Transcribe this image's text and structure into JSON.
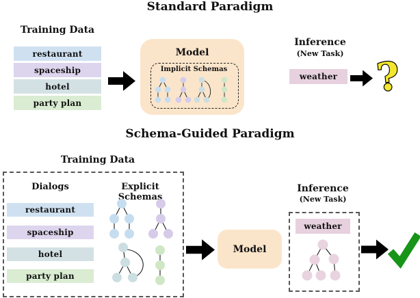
{
  "standard": {
    "title": "Standard Paradigm",
    "training_heading": "Training Data",
    "dialogs": [
      "restaurant",
      "spaceship",
      "hotel",
      "party plan"
    ],
    "model_label": "Model",
    "implicit_label": "Implicit Schemas",
    "inference_heading": "Inference",
    "inference_sub": "(New Task)",
    "new_task_label": "weather",
    "result_glyph": "?"
  },
  "schema_guided": {
    "title": "Schema-Guided Paradigm",
    "training_heading": "Training Data",
    "dialogs_heading": "Dialogs",
    "schemas_heading": "Explicit Schemas",
    "dialogs": [
      "restaurant",
      "spaceship",
      "hotel",
      "party plan"
    ],
    "model_label": "Model",
    "inference_heading": "Inference",
    "inference_sub": "(New Task)",
    "new_task_label": "weather",
    "result_icon": "checkmark"
  },
  "colors": {
    "row_blue": "#cfe1f1",
    "row_purple": "#ddd5ed",
    "row_teal": "#d3e1e4",
    "row_green": "#daecd2",
    "weather_pink": "#e7d1de",
    "model_peach": "#fbe5ca",
    "node_blue": "#c6ddf0",
    "node_purple": "#d6cbe9",
    "node_teal": "#ccdee1",
    "node_green": "#d0e7c6",
    "node_pink": "#e9d3df",
    "arrow_black": "#000000",
    "check_green": "#189418",
    "question_yellow": "#f2e72e"
  }
}
